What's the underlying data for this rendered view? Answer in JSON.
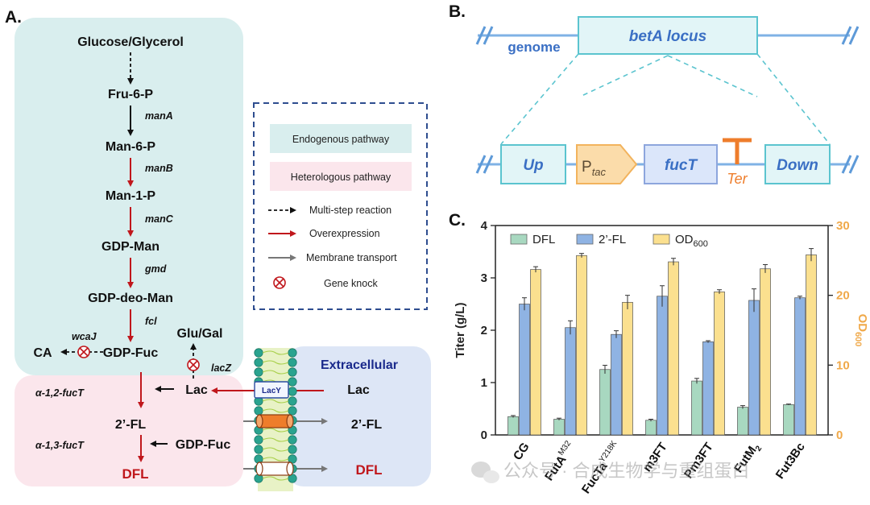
{
  "panel_a": {
    "label": "A.",
    "nodes": {
      "glucose": "Glucose/Glycerol",
      "fru6p": "Fru-6-P",
      "man6p": "Man-6-P",
      "man1p": "Man-1-P",
      "gdpman": "GDP-Man",
      "gdpdeoman": "GDP-deo-Man",
      "gdpfuc": "GDP-Fuc",
      "ca": "CA",
      "gluGal": "Glu/Gal",
      "lac_in": "Lac",
      "fl2_in": "2’-FL",
      "gdpfuc2": "GDP-Fuc",
      "dfl_in": "DFL",
      "extracellular": "Extracellular",
      "lac_out": "Lac",
      "fl2_out": "2’-FL",
      "dfl_out": "DFL",
      "lacy": "LacY"
    },
    "enzymes": {
      "manA": "manA",
      "manB": "manB",
      "manC": "manC",
      "gmd": "gmd",
      "fcl": "fcl",
      "wcaJ": "wcaJ",
      "lacZ": "lacZ",
      "fucT12": "α-1,2-fucT",
      "fucT13": "α-1,3-fucT"
    },
    "legend": {
      "endogenous": "Endogenous pathway",
      "heterologous": "Heterologous pathway",
      "multistep": "Multi-step reaction",
      "overexpression": "Overexpression",
      "membrane": "Membrane transport",
      "knock": "Gene knock"
    },
    "colors": {
      "endogenous_bg": "#d9eeee",
      "heterologous_bg": "#fbe6ec",
      "extracellular_bg": "#dde6f6",
      "overexpression": "#c0171c",
      "legend_border": "#2e4d8f"
    }
  },
  "panel_b": {
    "label": "B.",
    "genome": "genome",
    "locus": "betA locus",
    "up": "Up",
    "ptac_p": "P",
    "ptac_sub": "tac",
    "fuct": "fucT",
    "ter": "Ter",
    "down": "Down",
    "colors": {
      "line": "#7fb2e5",
      "box_border": "#5bc4cf",
      "box_fill": "#e2f5f7",
      "text": "#3a6fc4",
      "ter": "#ee7d2b",
      "ptac_fill": "#fbdcaa",
      "fuct_fill": "#dbe6fa"
    }
  },
  "chart_data": {
    "type": "bar",
    "label": "C.",
    "categories": [
      "CG",
      "FutA",
      "FucTa",
      "m3FT",
      "Pm3FT",
      "FutM",
      "Fut3Bc"
    ],
    "category_superscripts": [
      "",
      "M32",
      "Y218K",
      "",
      "",
      "",
      ""
    ],
    "category_subscripts": [
      "",
      "",
      "",
      "",
      "",
      "2",
      ""
    ],
    "series": [
      {
        "name": "DFL",
        "axis": "left",
        "color": "#a8d8c0",
        "values": [
          0.35,
          0.3,
          1.25,
          0.28,
          1.03,
          0.53,
          0.58
        ],
        "errors": [
          0.02,
          0.02,
          0.08,
          0.02,
          0.05,
          0.03,
          0.01
        ]
      },
      {
        "name": "2’-FL",
        "axis": "left",
        "color": "#8fb3e3",
        "values": [
          2.5,
          2.05,
          1.92,
          2.65,
          1.78,
          2.57,
          2.62
        ],
        "errors": [
          0.12,
          0.13,
          0.07,
          0.2,
          0.02,
          0.22,
          0.03
        ]
      },
      {
        "name": "OD",
        "name_sub": "600",
        "axis": "right",
        "color": "#fbe08f",
        "values": [
          23.7,
          25.7,
          19.0,
          24.8,
          20.5,
          23.8,
          25.8
        ],
        "errors": [
          0.4,
          0.3,
          1.0,
          0.5,
          0.3,
          0.6,
          0.9
        ]
      }
    ],
    "ylabel": "Titer (g/L)",
    "ylabel_right": "OD",
    "ylabel_right_sub": "600",
    "ylim": [
      0,
      4
    ],
    "yticks": [
      "0",
      "1",
      "2",
      "3",
      "4"
    ],
    "ylim_right": [
      0,
      30
    ],
    "yticks_right": [
      "0",
      "10",
      "20",
      "30"
    ],
    "right_axis_color": "#f0a94a",
    "legend_position": "top"
  },
  "watermark": "公众号 · 合成生物学与重组蛋白"
}
